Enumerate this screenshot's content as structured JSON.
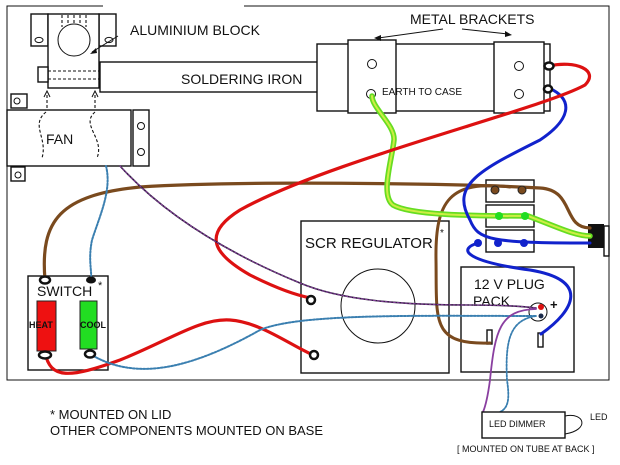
{
  "title": "Soldering iron heater / fan wiring layout",
  "labels": {
    "aluminium_block": "ALUMINIUM BLOCK",
    "soldering_iron": "SOLDERING IRON",
    "metal_brackets": "METAL BRACKETS",
    "earth_to_case": "EARTH TO CASE",
    "fan": "FAN",
    "switch": "SWITCH",
    "switch_star": "*",
    "heat": "HEAT",
    "cool": "COOL",
    "scr_regulator": "SCR REGULATOR",
    "scr_star": "*",
    "plug_pack_line1": "12 V PLUG",
    "plug_pack_line2": "PACK",
    "plus_sign": "+",
    "led_dimmer": "LED DIMMER",
    "led": "LED",
    "note_lid": "* MOUNTED ON LID",
    "note_base": "OTHER COMPONENTS MOUNTED ON BASE",
    "note_tube": "[ MOUNTED ON TUBE AT BACK ]"
  },
  "colors": {
    "active_wire": "#dd1111",
    "neutral_wire": "#1122cc",
    "earth_wire_outer": "#66dd22",
    "earth_wire_inner": "#ccee44",
    "brown_wire": "#7a4a1e",
    "heat_switch": "#ee1111",
    "cool_switch": "#22dd22",
    "lowvolt_blue": "#3a7fb0",
    "lowvolt_purple": "#8a3fa0",
    "fan_wire_dark": "#2a1a3a"
  },
  "wires": [
    {
      "name": "active-red",
      "color_key": "active_wire",
      "from": "iron terminal",
      "to": "scr regulator"
    },
    {
      "name": "switch-red",
      "color_key": "active_wire",
      "from": "switch heat",
      "to": "scr regulator"
    },
    {
      "name": "neutral-blue",
      "color_key": "neutral_wire",
      "from": "iron terminal",
      "to": "terminal block"
    },
    {
      "name": "earth-green",
      "color_key": "earth_wire_outer",
      "from": "bracket",
      "to": "mains inlet"
    },
    {
      "name": "brown-switch",
      "color_key": "brown_wire",
      "from": "switch",
      "to": "mains inlet"
    },
    {
      "name": "brown-plugpack",
      "color_key": "brown_wire",
      "from": "terminal block",
      "to": "plug pack"
    }
  ]
}
